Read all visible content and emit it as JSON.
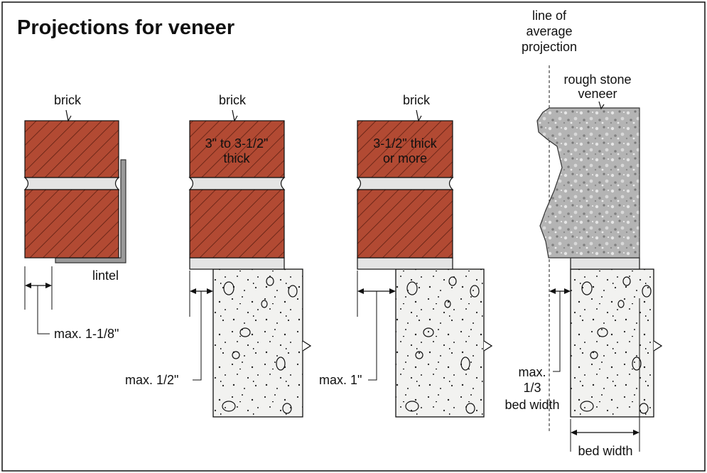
{
  "title": "Projections for veneer",
  "colors": {
    "brick": "#b24a33",
    "hatch": "#5e1f12",
    "mortar": "#e4e4e4",
    "lintel": "#9a9a9a",
    "concrete": "#f2f2f0",
    "stone": "#b4b4b4",
    "outline": "#111111"
  },
  "panel1": {
    "brick_label": "brick",
    "lintel_label": "lintel",
    "max_label": "max. 1-1/8\""
  },
  "panel2": {
    "brick_label": "brick",
    "thickness_line1": "3\" to 3-1/2\"",
    "thickness_line2": "thick",
    "max_label": "max. 1/2\""
  },
  "panel3": {
    "brick_label": "brick",
    "thickness_line1": "3-1/2\" thick",
    "thickness_line2": "or more",
    "max_label": "max. 1\""
  },
  "panel4": {
    "avg_line1": "line of",
    "avg_line2": "average",
    "avg_line3": "projection",
    "stone_line1": "rough stone",
    "stone_line2": "veneer",
    "max_line1": "max.",
    "max_line2": "1/3",
    "max_line3": "bed width",
    "bed_width_label": "bed width"
  }
}
